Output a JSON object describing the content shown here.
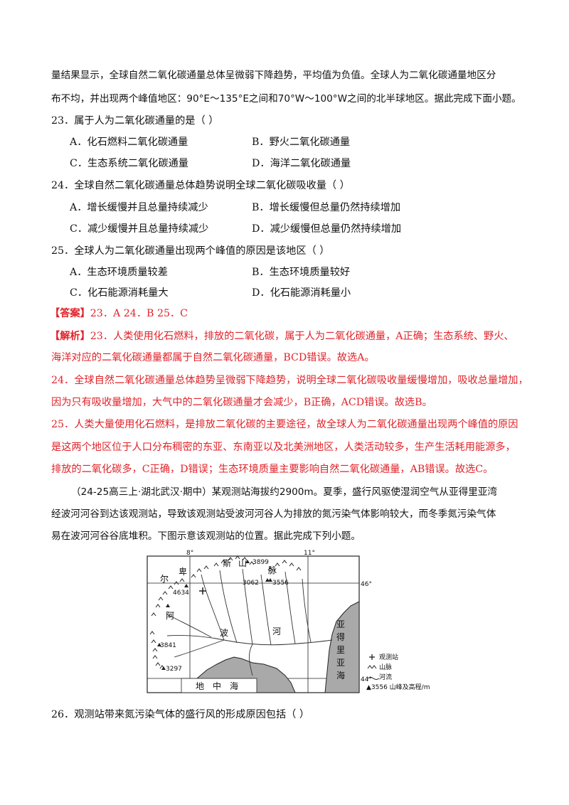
{
  "intro_lines": [
    "量结果显示，全球自然二氧化碳通量总体呈微弱下降趋势，平均值为负值。全球人为二氧化碳通量地区分",
    "布不均，并出现两个峰值地区：90°E～135°E之间和70°W～100°W之间的北半球地区。据此完成下面小题。"
  ],
  "questions": [
    {
      "stem": "23．属于人为二氧化碳通量的是（    ）",
      "options": [
        "A．化石燃料二氧化碳通量",
        "B．野火二氧化碳通量",
        "C．生态系统二氧化碳通量",
        "D．海洋二氧化碳通量"
      ]
    },
    {
      "stem": "24．全球自然二氧化碳通量总体趋势说明全球二氧化碳吸收量（    ）",
      "options": [
        "A．增长缓慢并且总量持续减少",
        "B．增长缓慢但总量仍然持续增加",
        "C．减少缓慢并且总量持续减少",
        "D．减少缓慢但总量仍然持续增加"
      ]
    },
    {
      "stem": "25．全球人为二氧化碳通量出现两个峰值的原因是该地区（    ）",
      "options": [
        "A．生态环境质量较差",
        "B．生态环境质量较好",
        "C．化石能源消耗量大",
        "D．化石能源消耗量小"
      ]
    }
  ],
  "answer": {
    "tag": "【答案】",
    "text": "23．A      24．B      25．C"
  },
  "analysis": {
    "tag": "【解析】",
    "lines": [
      "23．人类使用化石燃料，排放的二氧化碳，属于人为二氧化碳通量，A正确；生态系统、野火、",
      "海洋对应的二氧化碳通量都属于自然二氧化碳通量，BCD错误。故选A。",
      "24．全球自然二氧化碳通量总体趋势呈微弱下降趋势，说明全球二氧化碳吸收量缓慢增加，吸收总量增加，",
      "因为只有吸收量增加，大气中的二氧化碳通量才会减少，B正确，ACD错误。故选B。",
      "25．人类大量使用化石燃料，是排放二氧化碳的主要途径，故全球人为二氧化碳通量出现两个峰值的原因",
      "是这两个地区位于人口分布稠密的东亚、东南亚以及北美洲地区，人类活动较多，生产生活耗用能源多，",
      "排放的二氧化碳多，C正确，D错误；生态环境质量主要影响自然二氧化碳通量，AB错误。故选C。"
    ]
  },
  "passage_lines": [
    "（24-25高三上·湖北武汉·期中）某观测站海拔约2900m。夏季，盛行风驱使湿润空气从亚得里亚湾",
    "经波河河谷到达该观测站，导致该观测站受波河河谷人为排放的氮污染气体影响较大，而冬季氮污染气体",
    "易在波河河谷谷底堆积。下图示意该观测站的位置。据此完成下列小题。"
  ],
  "map": {
    "lon_labels": [
      "8°",
      "11°"
    ],
    "lat_labels": [
      "46°",
      "44°"
    ],
    "peaks": [
      "3899",
      "3062",
      "3556",
      "4634",
      "3841",
      "3297"
    ],
    "region_chars": [
      "阿",
      "尔",
      "卑",
      "斯",
      "山",
      "脉",
      "波",
      "河",
      "亚",
      "得",
      "里",
      "亚",
      "海",
      "地",
      "中",
      "海"
    ],
    "legend": [
      "观测站",
      "山脉",
      "河流",
      "▲3556 山峰及高程/m"
    ],
    "colors": {
      "sea": "#a9a9a9",
      "land": "#ffffff",
      "ink": "#222222"
    }
  },
  "next_question": "26．观测站带来氮污染气体的盛行风的形成原因包括（    ）"
}
